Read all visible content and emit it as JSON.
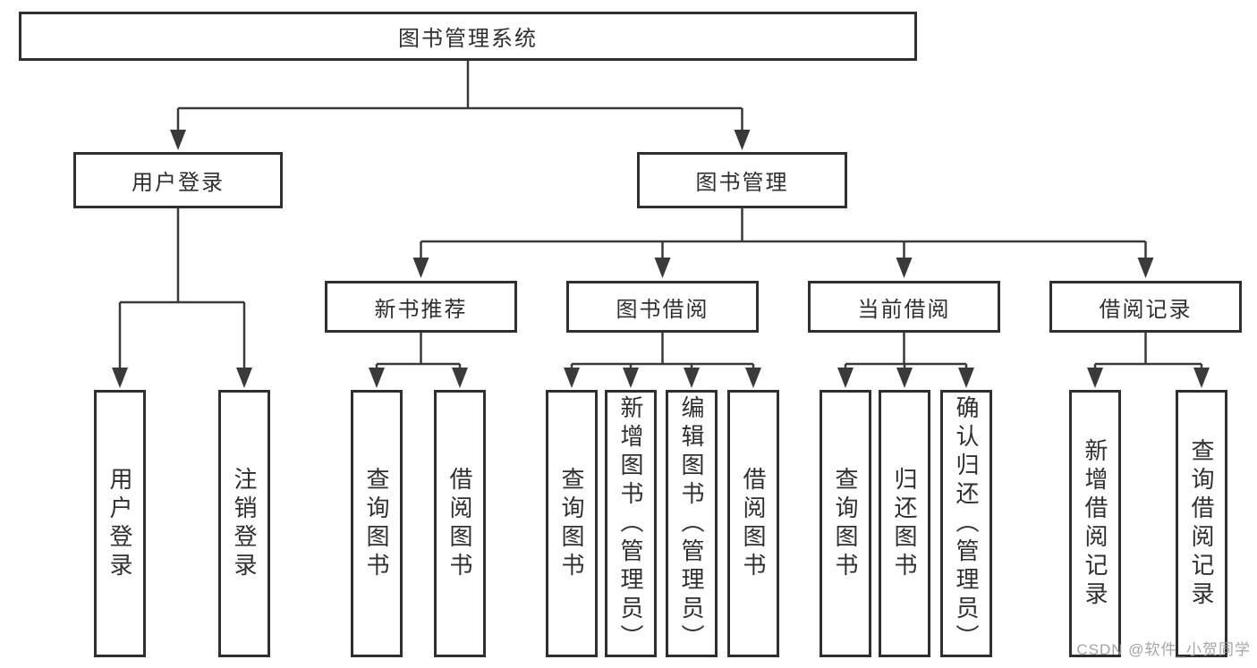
{
  "diagram": {
    "type": "hierarchy",
    "title_node": {
      "label": "图书管理系统"
    },
    "branches": [
      {
        "label": "用户登录",
        "children": [
          {
            "label": "用户登录"
          },
          {
            "label": "注销登录"
          }
        ]
      },
      {
        "label": "图书管理",
        "children": [
          {
            "label": "新书推荐",
            "children": [
              {
                "label": "查询图书"
              },
              {
                "label": "借阅图书"
              }
            ]
          },
          {
            "label": "图书借阅",
            "children": [
              {
                "label": "查询图书"
              },
              {
                "label": "新增图书（管理员）"
              },
              {
                "label": "编辑图书（管理员）"
              },
              {
                "label": "借阅图书"
              }
            ]
          },
          {
            "label": "当前借阅",
            "children": [
              {
                "label": "查询图书"
              },
              {
                "label": "归还图书"
              },
              {
                "label": "确认归还（管理员）"
              }
            ]
          },
          {
            "label": "借阅记录",
            "children": [
              {
                "label": "新增借阅记录"
              },
              {
                "label": "查询借阅记录"
              }
            ]
          }
        ]
      }
    ]
  },
  "watermark": {
    "text": "CSDN @软件_小贺同学"
  },
  "colors": {
    "background": "#ffffff",
    "border": "#2f2f2f",
    "line": "#3a3a3a",
    "text": "#2f2f2f",
    "watermark": "#9b9b9b"
  }
}
